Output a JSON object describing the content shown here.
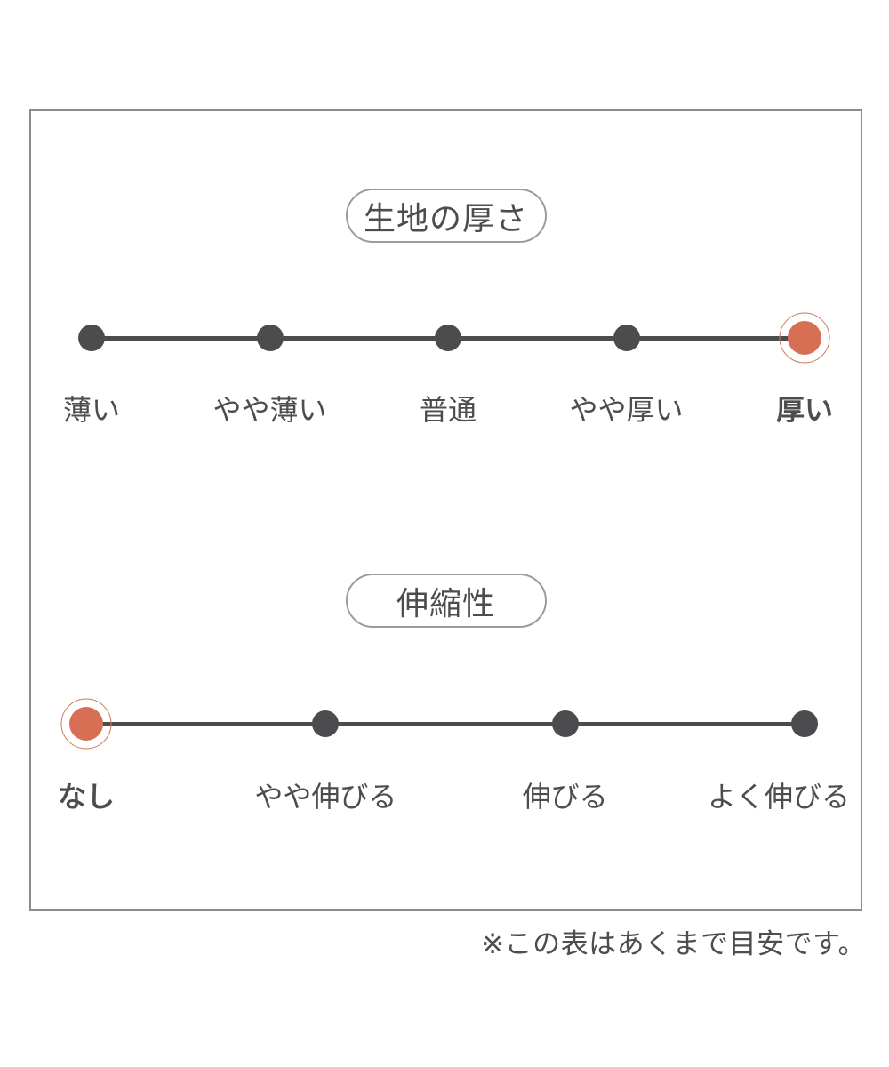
{
  "colors": {
    "background": "#ffffff",
    "text": "#4d4d4d",
    "line": "#4c4c4e",
    "dot": "#4c4c4e",
    "selected_fill": "#d76f55",
    "selected_ring": "#cd7a5f",
    "panel_border": "#8c8c8c",
    "pill_border": "#9c9c9c"
  },
  "scales": [
    {
      "title": "生地の厚さ",
      "options": [
        {
          "label": "薄い",
          "selected": false
        },
        {
          "label": "やや薄い",
          "selected": false
        },
        {
          "label": "普通",
          "selected": false
        },
        {
          "label": "やや厚い",
          "selected": false
        },
        {
          "label": "厚い",
          "selected": true
        }
      ]
    },
    {
      "title": "伸縮性",
      "options": [
        {
          "label": "なし",
          "selected": true
        },
        {
          "label": "やや伸びる",
          "selected": false
        },
        {
          "label": "伸びる",
          "selected": false
        },
        {
          "label": "よく伸びる",
          "selected": false
        }
      ]
    }
  ],
  "footnote": "※この表はあくまで目安です。",
  "chart_data": [
    {
      "type": "scatter",
      "title": "生地の厚さ",
      "categories": [
        "薄い",
        "やや薄い",
        "普通",
        "やや厚い",
        "厚い"
      ],
      "selected": "厚い",
      "selected_index": 4,
      "num_points": 5,
      "layout": "horizontal dot scale, all points on one line, selected point highlighted orange with ring"
    },
    {
      "type": "scatter",
      "title": "伸縮性",
      "categories": [
        "なし",
        "やや伸びる",
        "伸びる",
        "よく伸びる"
      ],
      "selected": "なし",
      "selected_index": 0,
      "num_points": 4,
      "layout": "horizontal dot scale, all points on one line, selected point highlighted orange with ring"
    }
  ]
}
